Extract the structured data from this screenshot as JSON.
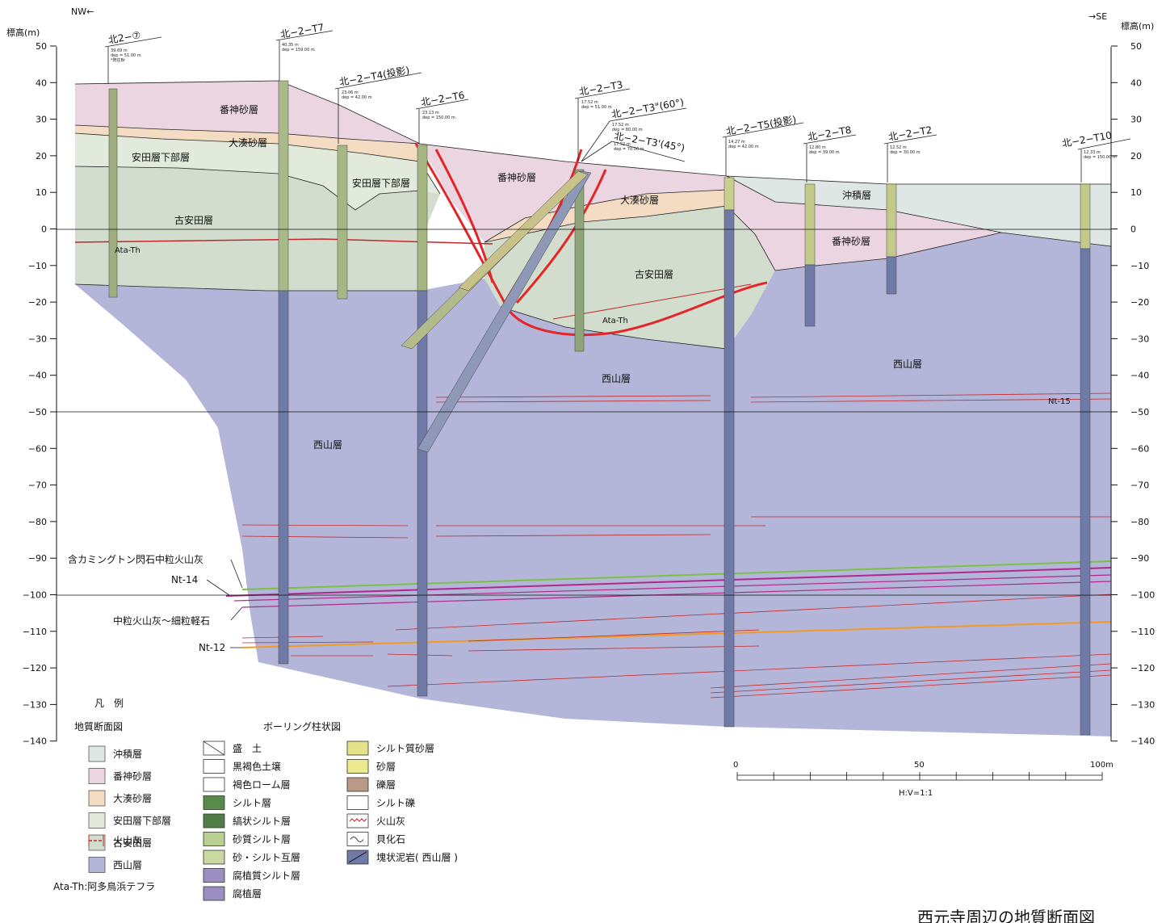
{
  "direction": {
    "left": "NW←",
    "right": "→SE"
  },
  "axis": {
    "label_left": "標高(m)",
    "label_right": "標高(m)",
    "ticks": [
      50,
      40,
      30,
      20,
      10,
      0,
      -10,
      -20,
      -30,
      -40,
      -50,
      -60,
      -70,
      -80,
      -90,
      -100,
      -110,
      -120,
      -130,
      -140
    ],
    "tick_labels": [
      "50",
      "40",
      "30",
      "20",
      "10",
      "0",
      "−10",
      "−20",
      "−30",
      "−40",
      "−50",
      "−60",
      "−70",
      "−80",
      "−90",
      "−100",
      "−110",
      "−120",
      "−130",
      "−140"
    ]
  },
  "boreholes": {
    "b7": {
      "name": "北2−⑦",
      "elev": "39.69 m",
      "depth": "dep = 51.00 m",
      "note": "*既往Br"
    },
    "t7": {
      "name": "北−2−T7",
      "elev": "40.35 m",
      "depth": "dep = 159.00 m"
    },
    "t4": {
      "name": "北−2−T4(投影)",
      "elev": "23.06 m",
      "depth": "dep = 42.00 m"
    },
    "t6": {
      "name": "北−2−T6",
      "elev": "23.13 m",
      "depth": "dep = 150.00 m"
    },
    "t3": {
      "name": "北−2−T3",
      "elev": "17.52 m",
      "depth": "dep = 51.00 m"
    },
    "t3_60": {
      "name": "北−2−T3\"(60°)",
      "elev": "17.52 m",
      "depth": "dep = 80.00 m"
    },
    "t3_45": {
      "name": "北−2−T3'(45°)",
      "elev": "17.52 m",
      "depth": "dep = 70.00 m"
    },
    "t5": {
      "name": "北−2−T5(投影)",
      "elev": "14.27 m",
      "depth": "dep = 42.00 m"
    },
    "t8": {
      "name": "北−2−T8",
      "elev": "12.80 m",
      "depth": "dep = 39.00 m"
    },
    "t2": {
      "name": "北−2−T2",
      "elev": "12.52 m",
      "depth": "dep = 30.00 m"
    },
    "t10": {
      "name": "北−2−T10",
      "elev": "12.33 m",
      "depth": "dep = 150.00 m"
    }
  },
  "layers": {
    "bannou_w": "番神砂層",
    "ominato_w": "大湊砂層",
    "yasuda_lower_w": "安田層下部層",
    "yasuda_lower_c": "安田層下部層",
    "koyasuda_w": "古安田層",
    "bannou_c": "番神砂層",
    "ominato_c": "大湊砂層",
    "koyasuda_c": "古安田層",
    "chuseki": "沖積層",
    "bannou_e": "番神砂層",
    "nishiyama_w": "西山層",
    "nishiyama_c": "西山層",
    "nishiyama_e": "西山層"
  },
  "tephra": {
    "ata_w": "Ata-Th",
    "ata_c": "Ata-Th",
    "nt15": "Nt-15",
    "nt14": "Nt-14",
    "nt12": "Nt-12",
    "cummingtonite": "含カミングトン閃石中粒火山灰",
    "pumice": "中粒火山灰〜細粒軽石"
  },
  "legend": {
    "title": "凡　例",
    "section_title": "地質断面図",
    "section_items": [
      {
        "label": "沖積層",
        "color": "#dfe7e4"
      },
      {
        "label": "番神砂層",
        "color": "#ebd5e0"
      },
      {
        "label": "大湊砂層",
        "color": "#f4dcc2"
      },
      {
        "label": "安田層下部層",
        "color": "#e1eadb"
      },
      {
        "label": "古安田層",
        "color": "#d3ddcd"
      },
      {
        "label": "西山層",
        "color": "#b3b6d9"
      }
    ],
    "tephra_label": "火山灰",
    "note": "Ata-Th:阿多鳥浜テフラ",
    "boring_title": "ボーリング柱状図",
    "boring_col1": [
      "盛　土",
      "黒褐色土壌",
      "褐色ローム層",
      "シルト層",
      "縞状シルト層",
      "砂質シルト層",
      "砂・シルト互層",
      "腐植質シルト層",
      "腐植層"
    ],
    "boring_col2": [
      "シルト質砂層",
      "砂層",
      "礫層",
      "シルト礫",
      "火山灰",
      "貝化石",
      "塊状泥岩( 西山層 )"
    ]
  },
  "scale": {
    "zero": "0",
    "mid": "50",
    "end": "100m",
    "ratio": "H:V=1:1"
  },
  "title": "西元寺周辺の地質断面図",
  "colors": {
    "chuseki": "#dfe7e4",
    "bannou": "#ebd5e0",
    "ominato": "#f4dcc2",
    "yasuda_lower": "#e1eadb",
    "koyasuda": "#d3ddcd",
    "nishiyama": "#b3b6d9",
    "fault": "#e3262a",
    "tephra": "#c0282a",
    "green_ash": "#7ac142",
    "magenta_ash": "#b0288f",
    "orange_ash": "#f39a25"
  }
}
